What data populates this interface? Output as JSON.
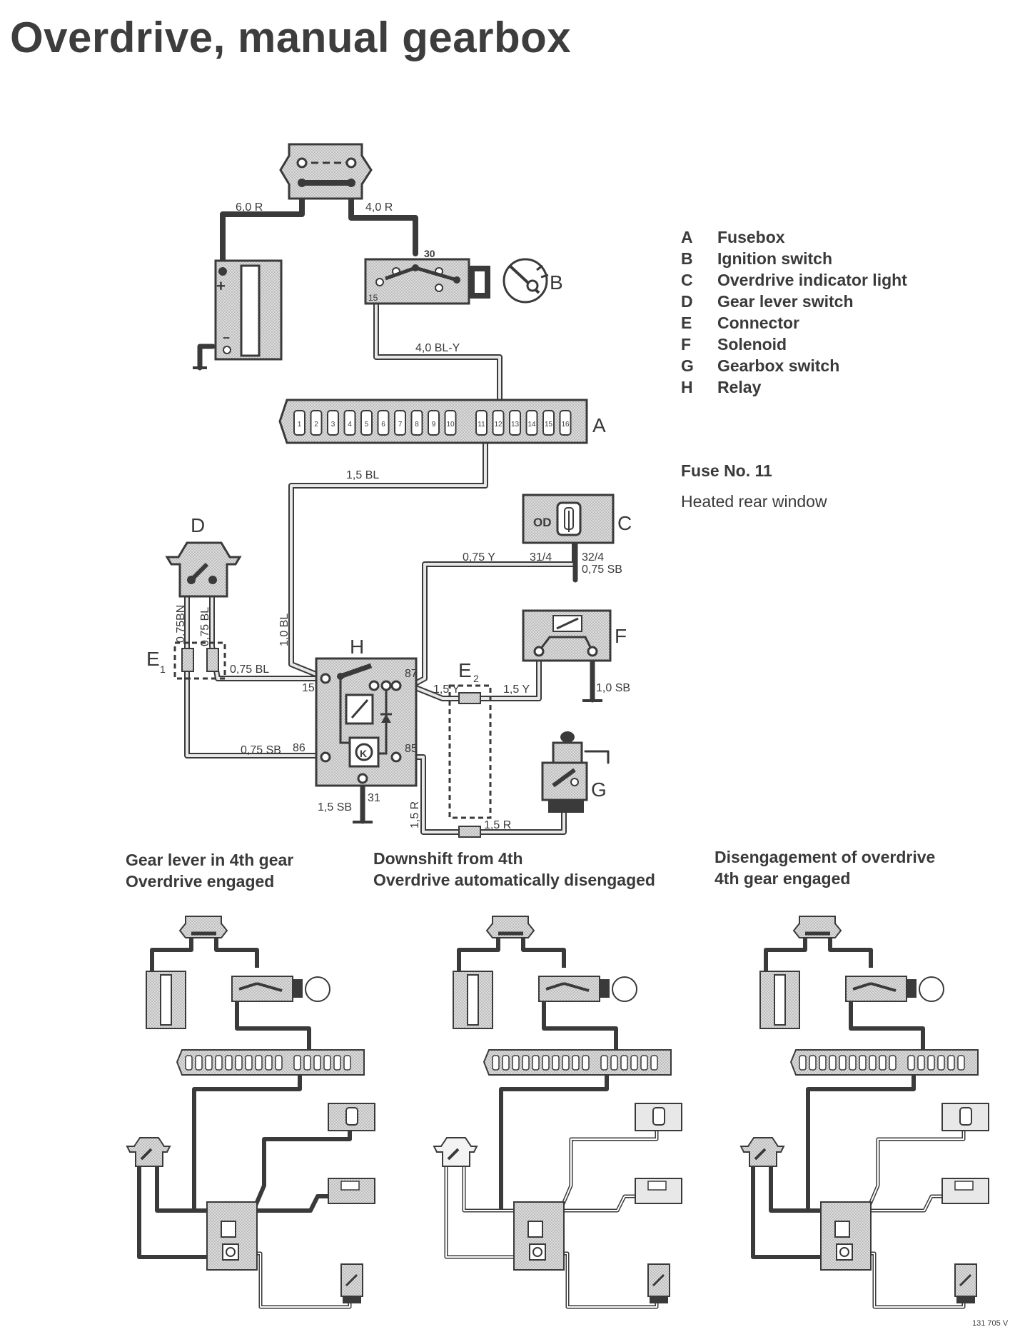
{
  "title": "Overdrive, manual gearbox",
  "legend": [
    {
      "letter": "A",
      "text": "Fusebox"
    },
    {
      "letter": "B",
      "text": "Ignition switch"
    },
    {
      "letter": "C",
      "text": "Overdrive indicator light"
    },
    {
      "letter": "D",
      "text": "Gear lever switch"
    },
    {
      "letter": "E",
      "text": "Connector"
    },
    {
      "letter": "F",
      "text": "Solenoid"
    },
    {
      "letter": "G",
      "text": "Gearbox switch"
    },
    {
      "letter": "H",
      "text": "Relay"
    }
  ],
  "fuse": {
    "title": "Fuse No. 11",
    "text": "Heated rear window"
  },
  "component_letters": {
    "A": "A",
    "B": "B",
    "C": "C",
    "D": "D",
    "E1": "E",
    "E1sub": "1",
    "E2": "E",
    "E2sub": "2",
    "F": "F",
    "G": "G",
    "H": "H"
  },
  "wires": {
    "w60r": "6,0 R",
    "w40r": "4,0 R",
    "w40bly": "4,0 BL-Y",
    "w15bl": "1,5 BL",
    "w10bl": "1,0 BL",
    "w075bn": "0,75BN",
    "w075bl_v": "0,75 BL",
    "w075bl_h": "0,75 BL",
    "w075y": "0,75 Y",
    "w075sb_c": "0,75 SB",
    "w075sb": "0,75 SB",
    "w15y_a": "1,5 Y",
    "w15y_b": "1,5 Y",
    "w10sb": "1,0 SB",
    "w15sb": "1,5 SB",
    "w15r_v": "1,5 R",
    "w15r_h": "1,5 R"
  },
  "terminals": {
    "t30": "30",
    "t15ign": "15",
    "t15": "15",
    "t86": "86",
    "t87": "87",
    "t85": "85",
    "t31": "31",
    "t314": "31/4",
    "t324": "32/4",
    "od": "OD"
  },
  "fuses": [
    "1",
    "2",
    "3",
    "4",
    "5",
    "6",
    "7",
    "8",
    "9",
    "10",
    "11",
    "12",
    "13",
    "14",
    "15",
    "16"
  ],
  "captions": [
    {
      "line1": "Gear lever in 4th gear",
      "line2": "Overdrive engaged"
    },
    {
      "line1": "Downshift from 4th",
      "line2": "Overdrive automatically disengaged"
    },
    {
      "line1": "Disengagement of overdrive",
      "line2": "4th gear engaged"
    }
  ],
  "figure_code": "131 705 V",
  "colors": {
    "ink": "#3a3a3a",
    "fill": "#d4d4d4",
    "wire_fill": "#e6e6e6"
  }
}
